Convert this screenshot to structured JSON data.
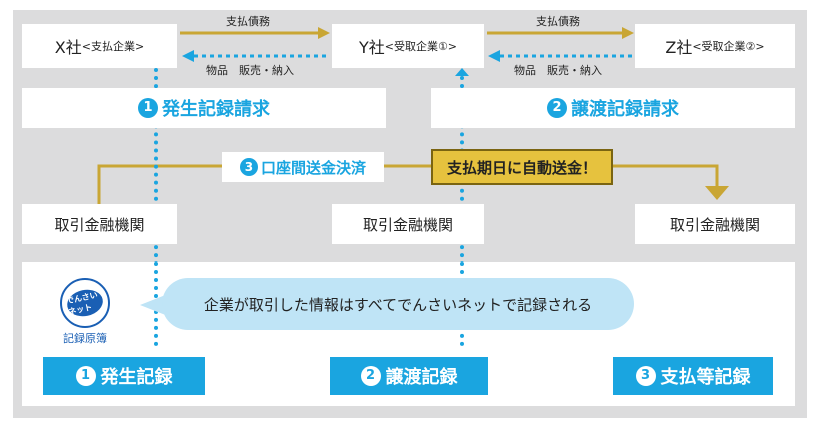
{
  "companies": {
    "x": {
      "name": "X社",
      "role": "<支払企業>"
    },
    "y": {
      "name": "Y社",
      "role": "<受取企業①>"
    },
    "z": {
      "name": "Z社",
      "role": "<受取企業②>"
    }
  },
  "arrows": {
    "xy_top": "支払債務",
    "xy_bottom": "物品　販売・納入",
    "yz_top": "支払債務",
    "yz_bottom": "物品　販売・納入"
  },
  "requests": {
    "r1": {
      "num": "1",
      "label": "発生記録請求"
    },
    "r2": {
      "num": "2",
      "label": "譲渡記録請求"
    }
  },
  "transfer": {
    "num": "3",
    "label": "口座間送金決済"
  },
  "auto_transfer": "支払期日に自動送金！",
  "banks": [
    "取引金融機関",
    "取引金融機関",
    "取引金融機関"
  ],
  "logo": {
    "mark": "でんさいネット",
    "caption": "記録原簿"
  },
  "bubble": "企業が取引した情報はすべてでんさいネットで記録される",
  "flow": [
    {
      "num": "1",
      "label": "発生記録"
    },
    {
      "num": "2",
      "label": "譲渡記録"
    },
    {
      "num": "3",
      "label": "支払等記録"
    }
  ],
  "colors": {
    "accent": "#1aa5e0",
    "highlight": "#e6c23e",
    "arrow_gold": "#c9a634",
    "bg": "#dcdcdd"
  }
}
